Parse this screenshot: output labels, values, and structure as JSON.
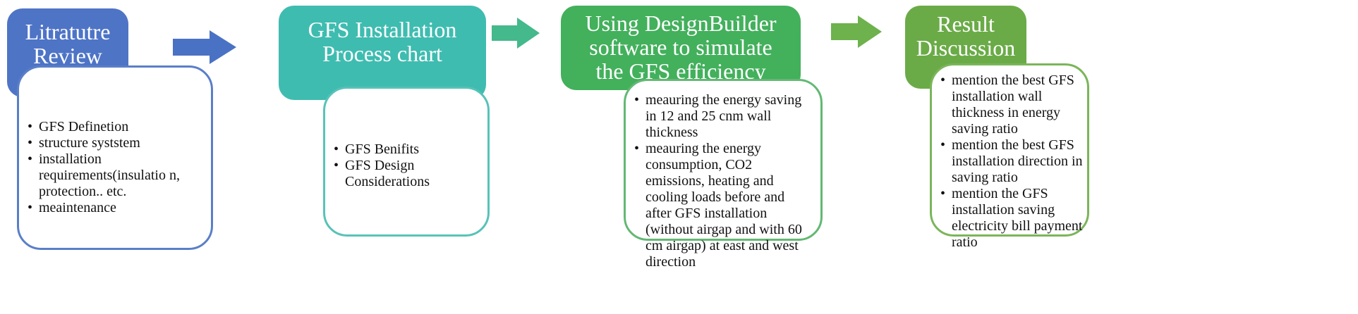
{
  "colors": {
    "stage1_header": "#4e74c6",
    "stage1_border": "#5a7fc8",
    "stage2_header": "#3fbcb0",
    "stage2_border": "#58c2b8",
    "stage3_header": "#43b05c",
    "stage3_border": "#63b873",
    "stage4_header": "#6aab47",
    "stage4_border": "#7bb55a",
    "arrow1": "#4a72c4",
    "arrow2": "#44b98c",
    "arrow3": "#6db24c"
  },
  "stages": [
    {
      "title_lines": [
        "Litratutre",
        "Review"
      ],
      "items": [
        "GFS Definetion",
        "structure syststem",
        "installation requirements(insulatio n, protection.. etc.",
        "meaintenance"
      ]
    },
    {
      "title_lines": [
        "GFS Installation",
        "Process chart"
      ],
      "items": [
        "GFS Benifits",
        "GFS Design Considerations"
      ]
    },
    {
      "title_lines": [
        "Using DesignBuilder",
        "software to simulate",
        "the GFS efficiency"
      ],
      "items": [
        "meauring the energy saving in 12 and 25 cnm wall thickness",
        "meauring the energy consumption, CO2 emissions, heating and cooling loads before and after GFS installation (without airgap and with 60 cm airgap) at east and west direction"
      ]
    },
    {
      "title_lines": [
        "Result",
        "Discussion"
      ],
      "items": [
        "mention the best GFS installation wall thickness in energy saving ratio",
        "mention the best GFS installation direction in saving ratio",
        "mention the GFS installation saving electricity bill payment ratio"
      ]
    }
  ]
}
